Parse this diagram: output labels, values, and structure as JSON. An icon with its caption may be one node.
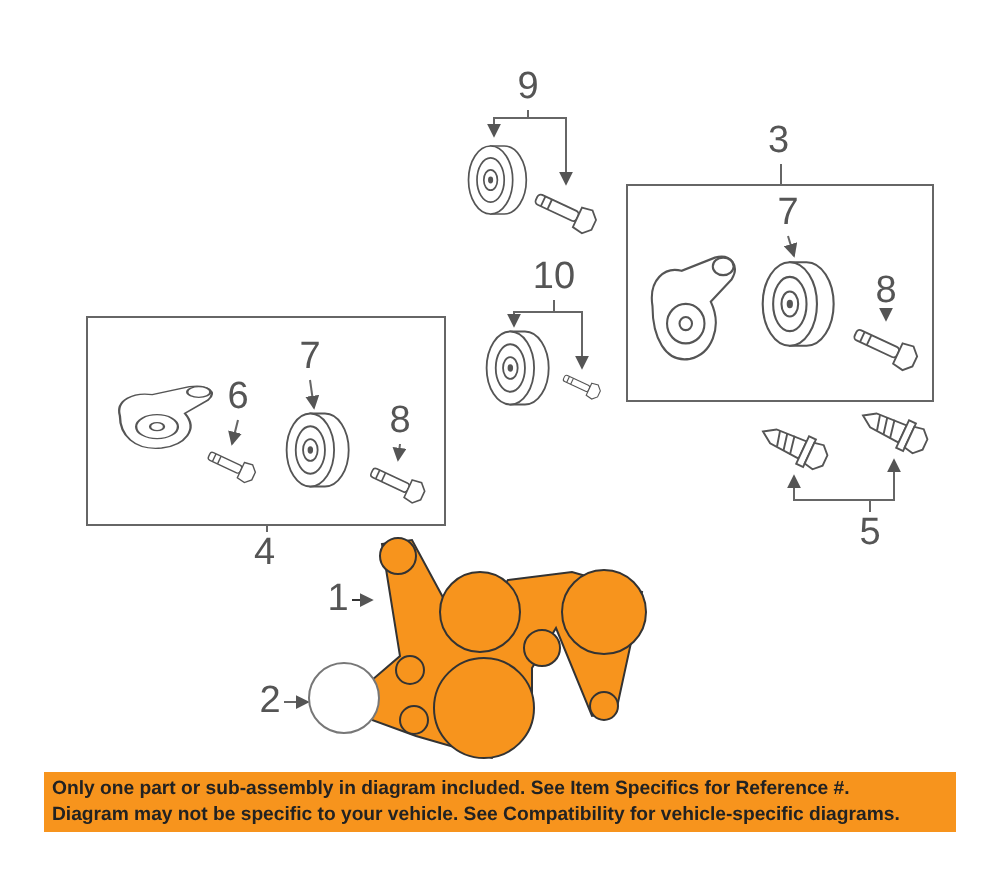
{
  "diagram": {
    "nodes": [
      {
        "text": [
          "9"
        ]
      },
      {
        "text": [],
        "shape": "picture"
      },
      {
        "text": [],
        "shape": "picture"
      },
      {
        "text": [
          "3"
        ]
      },
      {
        "text": [
          "7"
        ],
        "in": 3
      },
      {
        "text": [],
        "shape": "picture",
        "in": 3
      },
      {
        "text": [],
        "shape": "picture",
        "in": 3
      },
      {
        "text": [
          "8"
        ],
        "in": 3
      },
      {
        "text": [],
        "shape": "picture",
        "in": 3
      },
      {
        "text": [
          "10"
        ]
      },
      {
        "text": [],
        "shape": "picture"
      },
      {
        "text": [],
        "shape": "picture"
      },
      {
        "text": [
          "4"
        ]
      },
      {
        "text": [],
        "shape": "picture",
        "in": 12
      },
      {
        "text": [
          "6"
        ],
        "in": 12
      },
      {
        "text": [],
        "shape": "picture",
        "in": 12
      },
      {
        "text": [
          "7"
        ],
        "in": 12
      },
      {
        "text": [],
        "shape": "picture",
        "in": 12
      },
      {
        "text": [
          "8"
        ],
        "in": 12
      },
      {
        "text": [],
        "shape": "picture",
        "in": 12
      },
      {
        "text": [],
        "shape": "picture"
      },
      {
        "text": [],
        "shape": "picture"
      },
      {
        "text": [
          "5"
        ]
      },
      {
        "text": [
          "1"
        ]
      },
      {
        "text": [],
        "shape": "picture"
      },
      {
        "text": [
          "2"
        ]
      },
      {
        "text": [],
        "shape": "circle"
      }
    ],
    "edges": [
      {
        "from": 0,
        "to": 1,
        "arrow": "to"
      },
      {
        "from": 0,
        "to": 2,
        "arrow": "to"
      },
      {
        "from": 4,
        "to": 6,
        "arrow": "to"
      },
      {
        "from": 7,
        "to": 8,
        "arrow": "to"
      },
      {
        "from": 9,
        "to": 10,
        "arrow": "to"
      },
      {
        "from": 9,
        "to": 11,
        "arrow": "to"
      },
      {
        "from": 14,
        "to": 15,
        "arrow": "to"
      },
      {
        "from": 16,
        "to": 17,
        "arrow": "to"
      },
      {
        "from": 18,
        "to": 19,
        "arrow": "to"
      },
      {
        "from": 22,
        "to": 20,
        "arrow": "to"
      },
      {
        "from": 22,
        "to": 21,
        "arrow": "to"
      },
      {
        "from": 23,
        "to": 24,
        "arrow": "to"
      },
      {
        "from": 25,
        "to": 26,
        "arrow": "to"
      }
    ],
    "labels": [
      "Only one part or sub-assembly in diagram included. See Item Specifics for Reference #.",
      "Diagram may not be specific to your vehicle. See Compatibility for vehicle-specific diagrams."
    ]
  }
}
